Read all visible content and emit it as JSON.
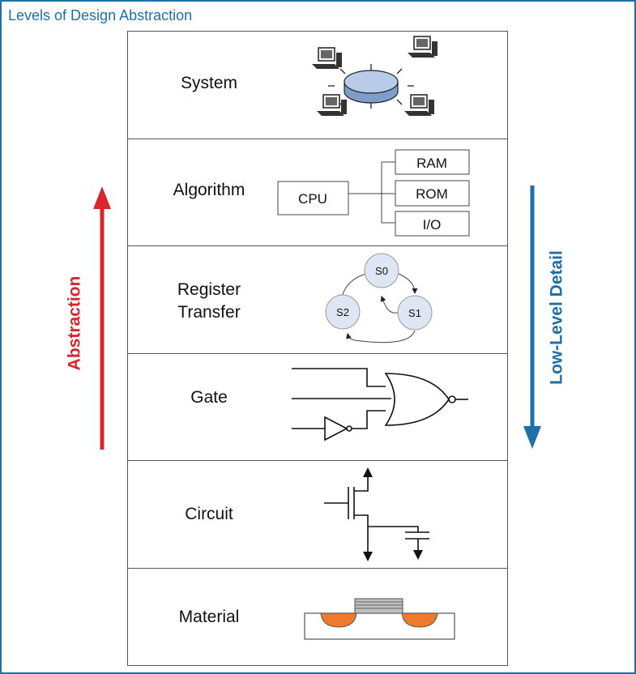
{
  "title": "Levels of Design Abstraction",
  "levels": [
    {
      "label": "System"
    },
    {
      "label": "Algorithm"
    },
    {
      "label": "Register",
      "label2": "Transfer"
    },
    {
      "label": "Gate"
    },
    {
      "label": "Circuit"
    },
    {
      "label": "Material"
    }
  ],
  "algorithm": {
    "cpu": "CPU",
    "ram": "RAM",
    "rom": "ROM",
    "io": "I/O"
  },
  "rtl": {
    "s0": "S0",
    "s1": "S1",
    "s2": "S2"
  },
  "left_arrow": {
    "label": "Abstraction",
    "color": "#d9262c"
  },
  "right_arrow": {
    "label": "Low-Level Detail",
    "color": "#1f6fa8"
  },
  "accent": {
    "node": "#a9bfe0",
    "state": "#dfe6f3",
    "doping": "#ee7b2c"
  }
}
